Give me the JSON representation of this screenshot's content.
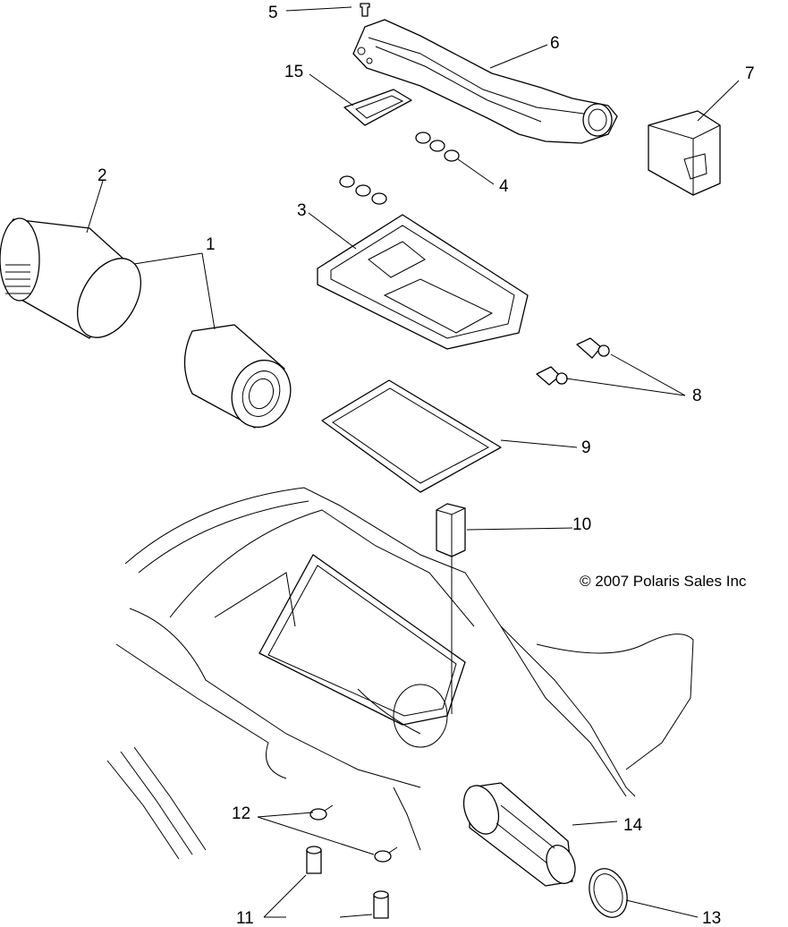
{
  "callouts": {
    "c1": "1",
    "c2": "2",
    "c3": "3",
    "c4": "4",
    "c5": "5",
    "c6": "6",
    "c7": "7",
    "c8": "8",
    "c9": "9",
    "c10": "10",
    "c11": "11",
    "c12": "12",
    "c13": "13",
    "c14": "14",
    "c15": "15"
  },
  "copyright": "© 2007 Polaris Sales Inc"
}
